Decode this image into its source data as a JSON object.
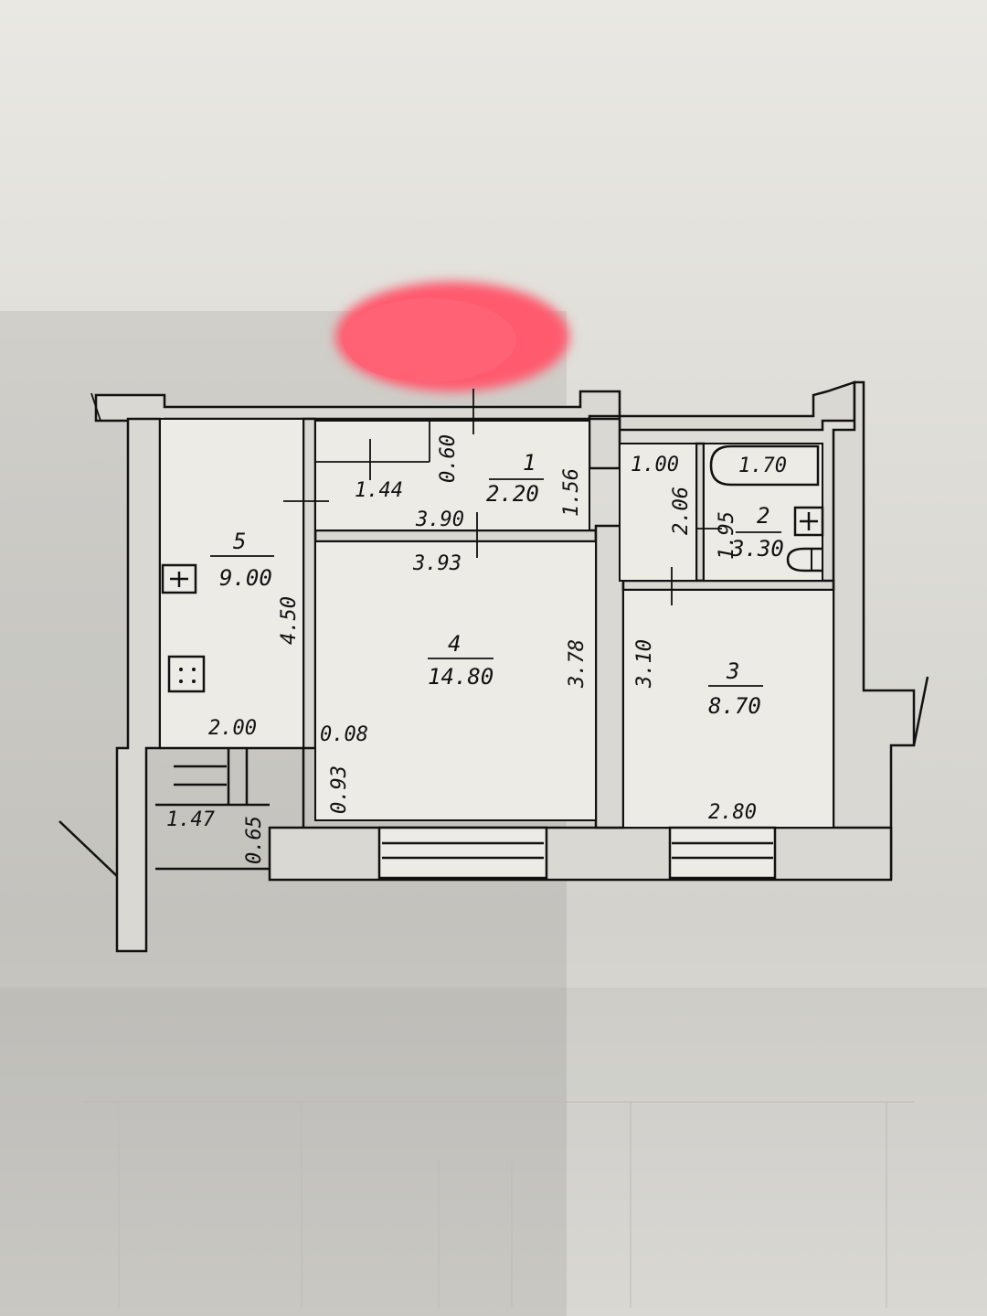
{
  "rooms": [
    {
      "number": "1",
      "area": "2.20"
    },
    {
      "number": "2",
      "area": "3.30"
    },
    {
      "number": "3",
      "area": "8.70"
    },
    {
      "number": "4",
      "area": "14.80"
    },
    {
      "number": "5",
      "area": "9.00"
    }
  ],
  "dimensions": {
    "d_1_44": "1.44",
    "d_0_60": "0.60",
    "d_1_56": "1.56",
    "d_1_00": "1.00",
    "d_1_70": "1.70",
    "d_3_90": "3.90",
    "d_3_93": "3.93",
    "d_2_06": "2.06",
    "d_1_95": "1.95",
    "d_4_50": "4.50",
    "d_3_78": "3.78",
    "d_3_10": "3.10",
    "d_2_00": "2.00",
    "d_0_08": "0.08",
    "d_0_93": "0.93",
    "d_1_47": "1.47",
    "d_0_65": "0.65",
    "d_2_80": "2.80"
  },
  "colors": {
    "paper": "#e6e5e0",
    "ink": "#111111",
    "redaction": "#ff5a6e"
  }
}
